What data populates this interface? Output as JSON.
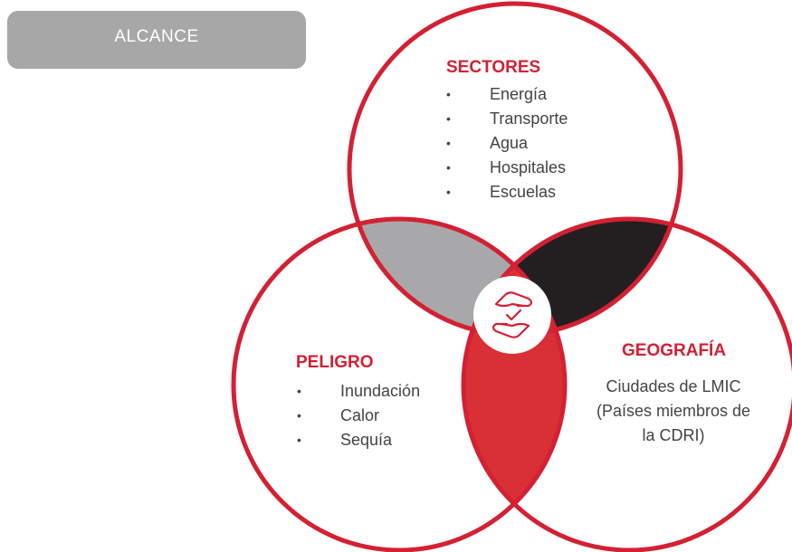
{
  "badge": {
    "label": "ALCANCE"
  },
  "circles": {
    "sectores": {
      "title": "SECTORES",
      "items": [
        "Energía",
        "Transporte",
        "Agua",
        "Hospitales",
        "Escuelas"
      ]
    },
    "peligro": {
      "title": "PELIGRO",
      "items": [
        "Inundación",
        "Calor",
        "Sequía"
      ]
    },
    "geografia": {
      "title": "GEOGRAFÍA",
      "lines": [
        "Ciudades de LMIC",
        "(Países miembros de",
        "la CDRI)"
      ]
    }
  },
  "center_icon": "hands-exchange-icon",
  "colors": {
    "outline": "#d42033",
    "overlap_top_left": "#a8a8aa",
    "overlap_top_right": "#231f20",
    "overlap_bottom": "#d93035",
    "heading": "#d42033",
    "text": "#444444",
    "badge": "#a7a7a7"
  }
}
